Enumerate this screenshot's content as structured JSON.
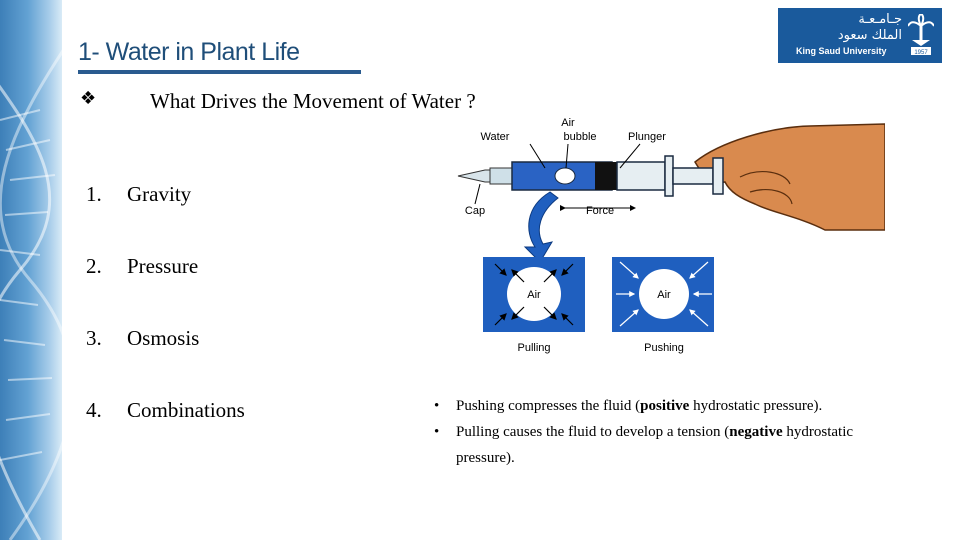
{
  "slide": {
    "title": "1- Water in Plant Life",
    "question": "What Drives the Movement of Water ?",
    "question_bullet_icon": "diamond-bullet-icon",
    "list": [
      {
        "num": "1.",
        "text": "Gravity"
      },
      {
        "num": "2.",
        "text": "Pressure"
      },
      {
        "num": "3.",
        "text": "Osmosis"
      },
      {
        "num": "4.",
        "text": "Combinations"
      }
    ]
  },
  "logo": {
    "arabic_line1": "جـامـعـة",
    "arabic_line2": "الملك سعود",
    "english": "King Saud University"
  },
  "diagram": {
    "labels": {
      "water": "Water",
      "air_bubble_1": "Air",
      "air_bubble_2": "bubble",
      "plunger": "Plunger",
      "cap": "Cap",
      "force": "Force",
      "air": "Air",
      "pulling": "Pulling",
      "pushing": "Pushing"
    }
  },
  "descriptions": [
    {
      "bullet": "•",
      "term": "Pushing",
      "rest1": " compresses the fluid (",
      "term2": "positive",
      "rest2": " hydrostatic pressure)."
    },
    {
      "bullet": "•",
      "term": "Pulling",
      "rest1": " causes the fluid to develop a tension (",
      "term2": "negative",
      "rest2": " hydrostatic pressure)."
    }
  ],
  "colors": {
    "title": "#1f4e79",
    "logo_bg": "#1a5a9c",
    "syringe_water": "#2a63c4",
    "box_blue": "#1f5fbf",
    "hand": "#d98a4e",
    "sidebar": "#63a2d3"
  }
}
